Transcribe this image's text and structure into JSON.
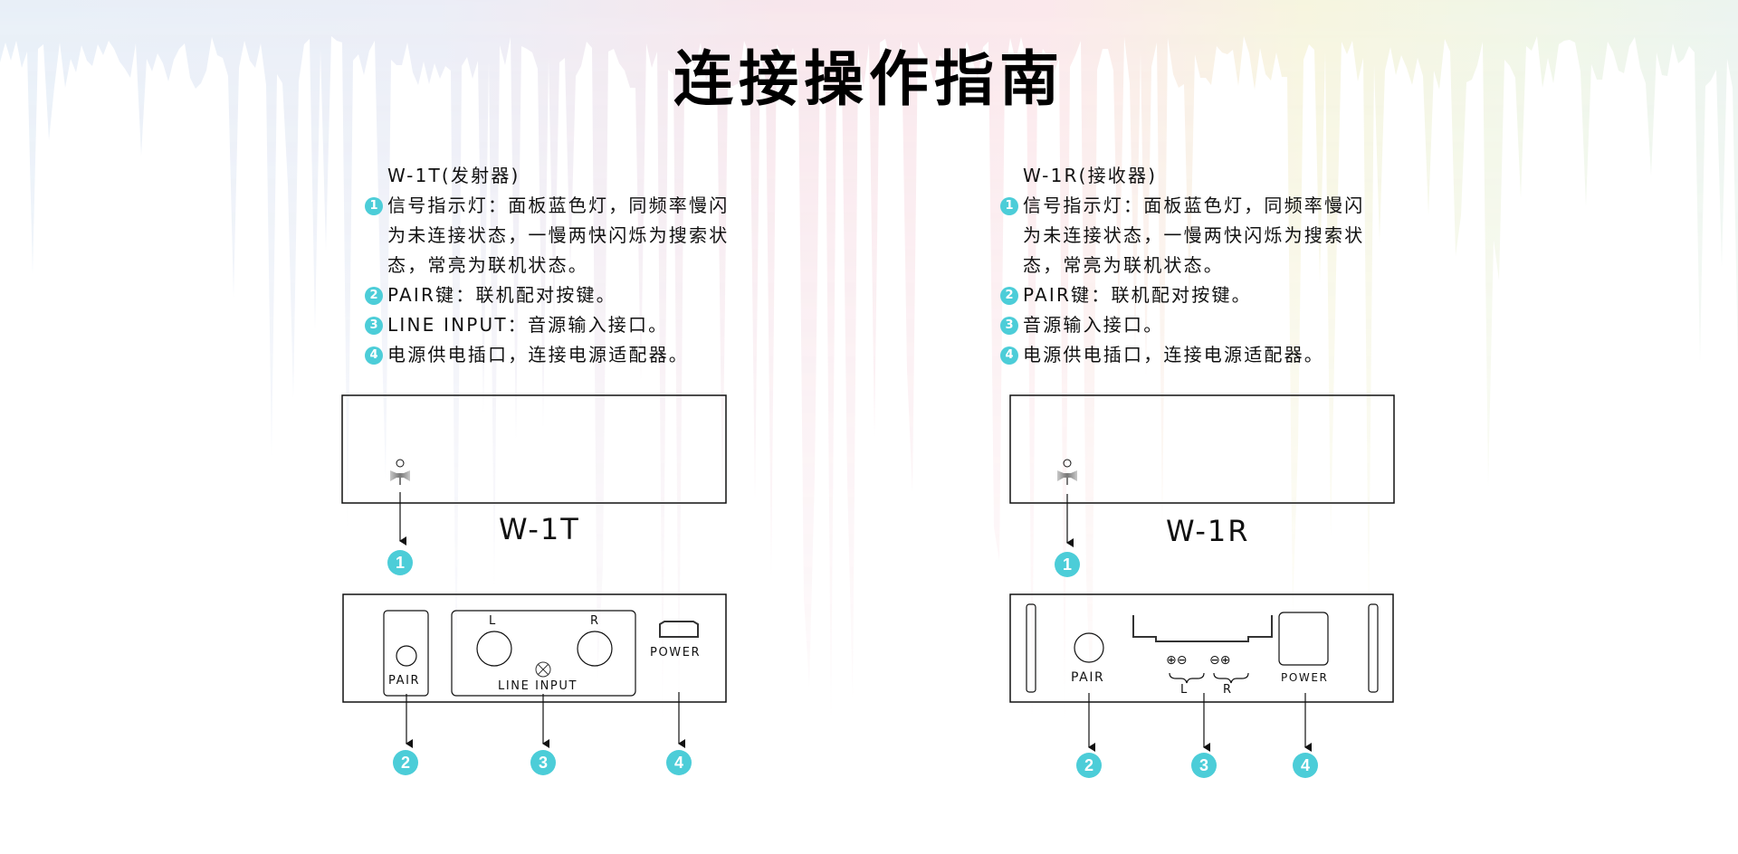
{
  "title": "连接操作指南",
  "colors": {
    "badge": "#4ccdd8",
    "line": "#111111",
    "wave_left": "#dfe8f4",
    "wave_mid": "#f7e0e6",
    "wave_right": "#eef3dc"
  },
  "transmitter": {
    "heading": "W-1T(发射器)",
    "items": [
      {
        "num": "1",
        "lines": [
          "信号指示灯：面板蓝色灯，同频率慢闪",
          "为未连接状态，一慢两快闪烁为搜索状",
          "态，常亮为联机状态。"
        ]
      },
      {
        "num": "2",
        "lines": [
          "PAIR键：联机配对按键。"
        ]
      },
      {
        "num": "3",
        "lines": [
          "LINE INPUT：音源输入接口。"
        ]
      },
      {
        "num": "4",
        "lines": [
          "电源供电插口，连接电源适配器。"
        ]
      }
    ],
    "front": {
      "model_label": "W-1T",
      "indicator_icon": "antenna-signal-icon"
    },
    "rear": {
      "pair_label": "PAIR",
      "input_left_label": "L",
      "input_right_label": "R",
      "line_input_label": "LINE INPUT",
      "power_label": "POWER"
    },
    "callouts": [
      "1",
      "2",
      "3",
      "4"
    ]
  },
  "receiver": {
    "heading": "W-1R(接收器)",
    "items": [
      {
        "num": "1",
        "lines": [
          "信号指示灯：面板蓝色灯，同频率慢闪",
          "为未连接状态，一慢两快闪烁为搜索状",
          "态，常亮为联机状态。"
        ]
      },
      {
        "num": "2",
        "lines": [
          "PAIR键：联机配对按键。"
        ]
      },
      {
        "num": "3",
        "lines": [
          "音源输入接口。"
        ]
      },
      {
        "num": "4",
        "lines": [
          "电源供电插口，连接电源适配器。"
        ]
      }
    ],
    "front": {
      "model_label": "W-1R",
      "indicator_icon": "antenna-signal-icon"
    },
    "rear": {
      "pair_label": "PAIR",
      "terminal_left_symbols": "⊕⊖",
      "terminal_right_symbols": "⊖⊕",
      "terminal_left_label": "L",
      "terminal_right_label": "R",
      "power_label": "POWER"
    },
    "callouts": [
      "1",
      "2",
      "3",
      "4"
    ]
  }
}
